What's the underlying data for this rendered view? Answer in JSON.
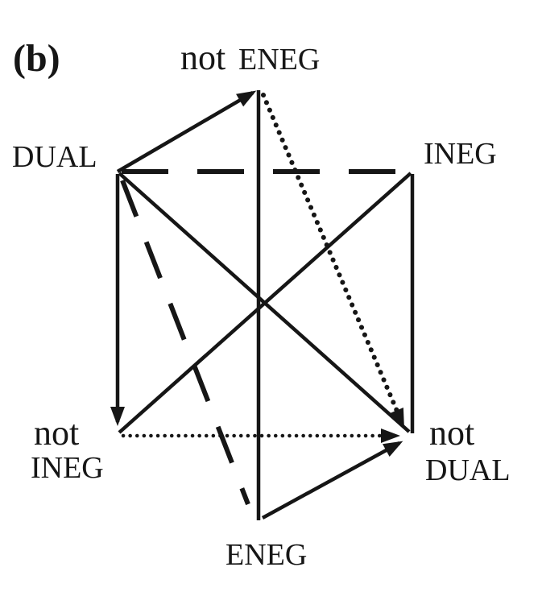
{
  "figure": {
    "panel_label": "(b)",
    "colors": {
      "ink": "#161616",
      "background": "#ffffff"
    }
  },
  "nodes": {
    "not_eneg": {
      "word1": "not",
      "word2": "ENEG"
    },
    "dual": {
      "label": "DUAL"
    },
    "ineg": {
      "label": "INEG"
    },
    "not_ineg": {
      "word1": "not",
      "word2": "INEG"
    },
    "not_dual": {
      "word1": "not",
      "word2": "DUAL"
    },
    "eneg": {
      "label": "ENEG"
    }
  },
  "edges": [
    {
      "from": "DUAL",
      "to": "not ENEG",
      "style": "solid",
      "arrowhead": "at not ENEG"
    },
    {
      "from": "not ENEG",
      "to": "not DUAL",
      "style": "dotted",
      "arrowhead": "at not DUAL"
    },
    {
      "from": "DUAL",
      "to": "INEG",
      "style": "dashed",
      "arrowhead": "none"
    },
    {
      "from": "not ENEG",
      "to": "ENEG",
      "style": "solid",
      "arrowhead": "none"
    },
    {
      "from": "DUAL",
      "to": "not INEG",
      "style": "solid",
      "arrowhead": "at not INEG"
    },
    {
      "from": "INEG",
      "to": "not DUAL",
      "style": "solid",
      "arrowhead": "none"
    },
    {
      "from": "DUAL",
      "to": "not DUAL",
      "style": "solid",
      "arrowhead": "none"
    },
    {
      "from": "INEG",
      "to": "not INEG",
      "style": "solid",
      "arrowhead": "none"
    },
    {
      "from": "DUAL",
      "to": "ENEG",
      "style": "dashed",
      "arrowhead": "none"
    },
    {
      "from": "not INEG",
      "to": "not DUAL",
      "style": "dotted",
      "arrowhead": "at not DUAL"
    },
    {
      "from": "ENEG",
      "to": "not DUAL",
      "style": "solid",
      "arrowhead": "at not DUAL"
    }
  ]
}
